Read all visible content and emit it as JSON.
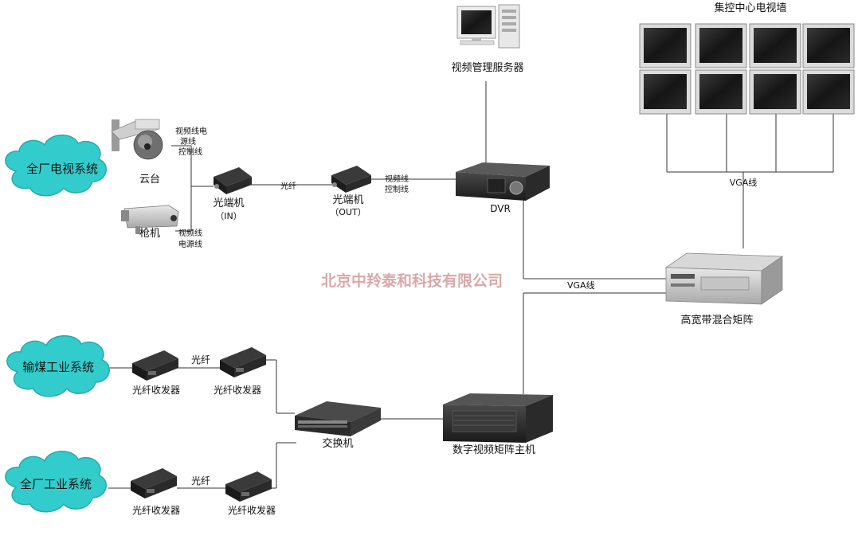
{
  "watermark": "北京中羚泰和科技有限公司",
  "clouds": {
    "tv_system": "全厂电视系统",
    "coal_system": "输煤工业系统",
    "plant_system": "全厂工业系统"
  },
  "devices": {
    "ptz": "云台",
    "gun_camera": "枪机",
    "optical_in": "光端机",
    "optical_in_sub": "（IN）",
    "optical_out": "光端机",
    "optical_out_sub": "（OUT）",
    "dvr": "DVR",
    "video_server": "视频管理服务器",
    "video_wall": "集控中心电视墙",
    "hybrid_matrix": "高宽带混合矩阵",
    "digital_matrix": "数字视频矩阵主机",
    "switch": "交换机",
    "transceiver_1a": "光纤收发器",
    "transceiver_1b": "光纤收发器",
    "transceiver_2a": "光纤收发器",
    "transceiver_2b": "光纤收发器"
  },
  "links": {
    "ptz_cable_1": "视频线电",
    "ptz_cable_2": "源线",
    "ptz_cable_3": "控制线",
    "gun_cable_1": "视频线",
    "gun_cable_2": "电源线",
    "fiber_top": "光纤",
    "out_cable_1": "视频线",
    "out_cable_2": "控制线",
    "vga_wall": "VGA线",
    "vga_dvr": "VGA线",
    "fiber_coal": "光纤",
    "fiber_plant": "光纤"
  },
  "colors": {
    "cloud_fill": "#33cccc",
    "cloud_stroke": "#2aa9a9",
    "line": "#333333",
    "watermark": "#d9a8a8"
  }
}
